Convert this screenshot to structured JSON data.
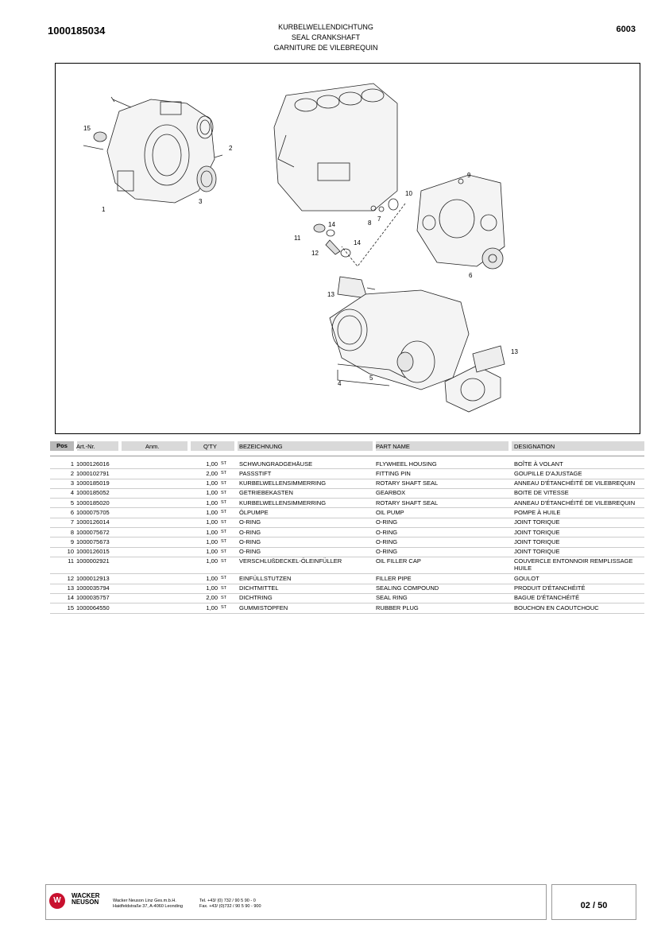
{
  "header": {
    "doc_number": "1000185034",
    "title_de": "KURBELWELLENDICHTUNG",
    "title_en": "SEAL CRANKSHAFT",
    "title_fr": "GARNITURE DE VILEBREQUIN",
    "group_number": "6003"
  },
  "diagram": {
    "callouts": [
      "15",
      "2",
      "1",
      "3",
      "9",
      "10",
      "8",
      "7",
      "14",
      "11",
      "12",
      "14",
      "6",
      "13",
      "4",
      "5",
      "13"
    ]
  },
  "table": {
    "columns": {
      "pos": "Pos",
      "art": "Art.-Nr.",
      "anm": "Anm.",
      "qty": "Q'TY",
      "bez": "BEZEICHNUNG",
      "part": "PART NAME",
      "des": "DESIGNATION"
    },
    "rows": [
      {
        "pos": "1",
        "art": "1000126016",
        "qty": "1,00",
        "unit": "ST",
        "bez": "SCHWUNGRADGEHÄUSE",
        "part": "FLYWHEEL HOUSING",
        "des": "BOÎTE À VOLANT"
      },
      {
        "pos": "2",
        "art": "1000102791",
        "qty": "2,00",
        "unit": "ST",
        "bez": "PASSSTIFT",
        "part": "FITTING PIN",
        "des": "GOUPILLE D'AJUSTAGE"
      },
      {
        "pos": "3",
        "art": "1000185019",
        "qty": "1,00",
        "unit": "ST",
        "bez": "KURBELWELLENSIMMERRING",
        "part": "ROTARY SHAFT SEAL",
        "des": "ANNEAU D'ÉTANCHÉITÉ DE VILEBREQUIN"
      },
      {
        "pos": "4",
        "art": "1000185052",
        "qty": "1,00",
        "unit": "ST",
        "bez": "GETRIEBEKASTEN",
        "part": "GEARBOX",
        "des": "BOITE DE VITESSE"
      },
      {
        "pos": "5",
        "art": "1000185020",
        "qty": "1,00",
        "unit": "ST",
        "bez": "KURBELWELLENSIMMERRING",
        "part": "ROTARY SHAFT SEAL",
        "des": "ANNEAU D'ÉTANCHÉITÉ DE VILEBREQUIN"
      },
      {
        "pos": "6",
        "art": "1000075705",
        "qty": "1,00",
        "unit": "ST",
        "bez": "ÖLPUMPE",
        "part": "OIL PUMP",
        "des": "POMPE À HUILE"
      },
      {
        "pos": "7",
        "art": "1000126014",
        "qty": "1,00",
        "unit": "ST",
        "bez": "O-RING",
        "part": "O-RING",
        "des": "JOINT TORIQUE"
      },
      {
        "pos": "8",
        "art": "1000075672",
        "qty": "1,00",
        "unit": "ST",
        "bez": "O-RING",
        "part": "O-RING",
        "des": "JOINT TORIQUE"
      },
      {
        "pos": "9",
        "art": "1000075673",
        "qty": "1,00",
        "unit": "ST",
        "bez": "O-RING",
        "part": "O-RING",
        "des": "JOINT TORIQUE"
      },
      {
        "pos": "10",
        "art": "1000126015",
        "qty": "1,00",
        "unit": "ST",
        "bez": "O-RING",
        "part": "O-RING",
        "des": "JOINT TORIQUE"
      },
      {
        "pos": "11",
        "art": "1000002921",
        "qty": "1,00",
        "unit": "ST",
        "bez": "VERSCHLUßDECKEL-ÖLEINFÜLLER",
        "part": "OIL FILLER CAP",
        "des": "COUVERCLE ENTONNOIR REMPLISSAGE HUILE"
      },
      {
        "pos": "12",
        "art": "1000012913",
        "qty": "1,00",
        "unit": "ST",
        "bez": "EINFÜLLSTUTZEN",
        "part": "FILLER PIPE",
        "des": "GOULOT"
      },
      {
        "pos": "13",
        "art": "1000035794",
        "qty": "1,00",
        "unit": "ST",
        "bez": "DICHTMITTEL",
        "part": "SEALING COMPOUND",
        "des": "PRODUIT D'ÉTANCHÉITÉ"
      },
      {
        "pos": "14",
        "art": "1000035757",
        "qty": "2,00",
        "unit": "ST",
        "bez": "DICHTRING",
        "part": "SEAL RING",
        "des": "BAGUE D'ÉTANCHÉITÉ"
      },
      {
        "pos": "15",
        "art": "1000064550",
        "qty": "1,00",
        "unit": "ST",
        "bez": "GUMMISTOPFEN",
        "part": "RUBBER PLUG",
        "des": "BOUCHON EN CAOUTCHOUC"
      }
    ]
  },
  "footer": {
    "logo_letter": "W",
    "brand_line1": "WACKER",
    "brand_line2": "NEUSON",
    "company": "Wacker Neuson Linz  Ges.m.b.H.",
    "address": "Haidfeldstraße 37, A-4060 Leonding",
    "tel": "Tel. +43/ (0) 732 / 90 5 90 - 0",
    "fax": "Fax. +43/ (0)732 / 90 5 90 - 900",
    "page": "02 / 50"
  }
}
